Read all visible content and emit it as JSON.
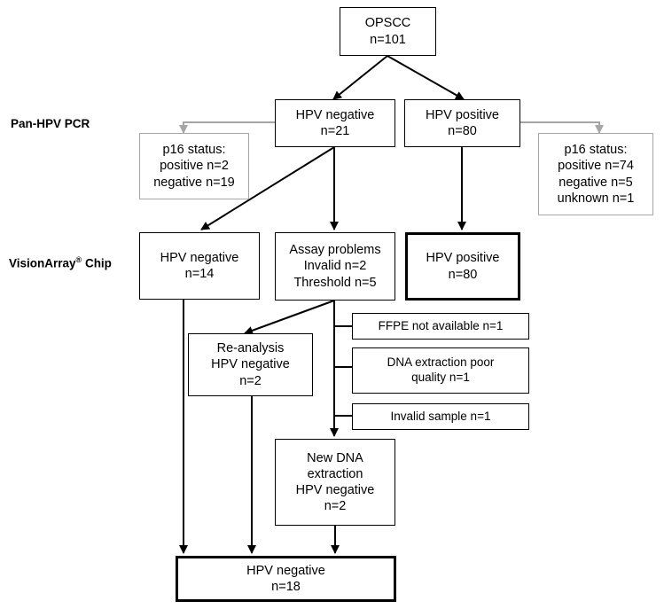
{
  "labels": {
    "pcr": "Pan-HPV PCR",
    "chip_main": "VisionArray",
    "chip_mark": "®",
    "chip_suffix": " Chip"
  },
  "boxes": {
    "opscc": [
      "OPSCC",
      "n=101"
    ],
    "pcr_neg": [
      "HPV negative",
      "n=21"
    ],
    "pcr_pos": [
      "HPV positive",
      "n=80"
    ],
    "p16_left": [
      "p16 status:",
      "positive n=2",
      "negative n=19"
    ],
    "p16_right": [
      "p16 status:",
      "positive n=74",
      "negative n=5",
      "unknown n=1"
    ],
    "chip_neg": [
      "HPV negative",
      "n=14"
    ],
    "assay": [
      "Assay problems",
      "Invalid n=2",
      "Threshold n=5"
    ],
    "chip_pos": [
      "HPV positive",
      "n=80"
    ],
    "reanalysis": [
      "Re-analysis",
      "HPV negative",
      "n=2"
    ],
    "ffpe": [
      "FFPE not available n=1"
    ],
    "dna_poor": [
      "DNA extraction poor",
      "quality n=1"
    ],
    "invalid_sample": [
      "Invalid sample n=1"
    ],
    "new_dna": [
      "New DNA",
      "extraction",
      "HPV negative",
      "n=2"
    ],
    "final": [
      "HPV negative",
      "n=18"
    ]
  },
  "colors": {
    "border": "#000000",
    "gray_border": "#a6a6a6"
  }
}
